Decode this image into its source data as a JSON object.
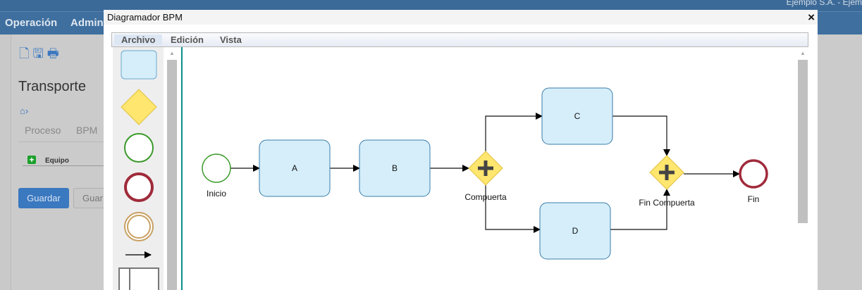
{
  "background_app": {
    "account": "Ejemplo S.A. - Ejem",
    "nav": [
      "Operación",
      "Admin"
    ],
    "page_title": "Transporte",
    "tabs": [
      "Proceso",
      "BPM"
    ],
    "section": "Equipo",
    "buttons": {
      "save": "Guardar",
      "save_other": "Guar"
    }
  },
  "modal": {
    "title": "Diagramador BPM",
    "close": "×",
    "menu": [
      "Archivo",
      "Edición",
      "Vista"
    ],
    "palette": [
      "task",
      "gateway",
      "start-event",
      "end-event",
      "intermediate-event",
      "sequence-flow",
      "pool"
    ]
  },
  "diagram": {
    "colors": {
      "task_fill": "#d5eefa",
      "task_stroke": "#3a7ca8",
      "gateway_fill": "#ffe66e",
      "start": "#3a9a2a",
      "end": "#a02a3a",
      "intermediate": "#c9a062",
      "selection": "#0a8f8f"
    },
    "nodes": [
      {
        "id": "inicio",
        "type": "start-event",
        "label": "Inicio"
      },
      {
        "id": "a",
        "type": "task",
        "label": "A"
      },
      {
        "id": "b",
        "type": "task",
        "label": "B"
      },
      {
        "id": "gw1",
        "type": "parallel-gateway",
        "label": "Compuerta"
      },
      {
        "id": "c",
        "type": "task",
        "label": "C"
      },
      {
        "id": "d",
        "type": "task",
        "label": "D"
      },
      {
        "id": "gw2",
        "type": "parallel-gateway",
        "label": "Fin Compuerta"
      },
      {
        "id": "fin",
        "type": "end-event",
        "label": "Fin"
      }
    ],
    "edges": [
      [
        "inicio",
        "a"
      ],
      [
        "a",
        "b"
      ],
      [
        "b",
        "gw1"
      ],
      [
        "gw1",
        "c"
      ],
      [
        "gw1",
        "d"
      ],
      [
        "c",
        "gw2"
      ],
      [
        "d",
        "gw2"
      ],
      [
        "gw2",
        "fin"
      ]
    ]
  }
}
